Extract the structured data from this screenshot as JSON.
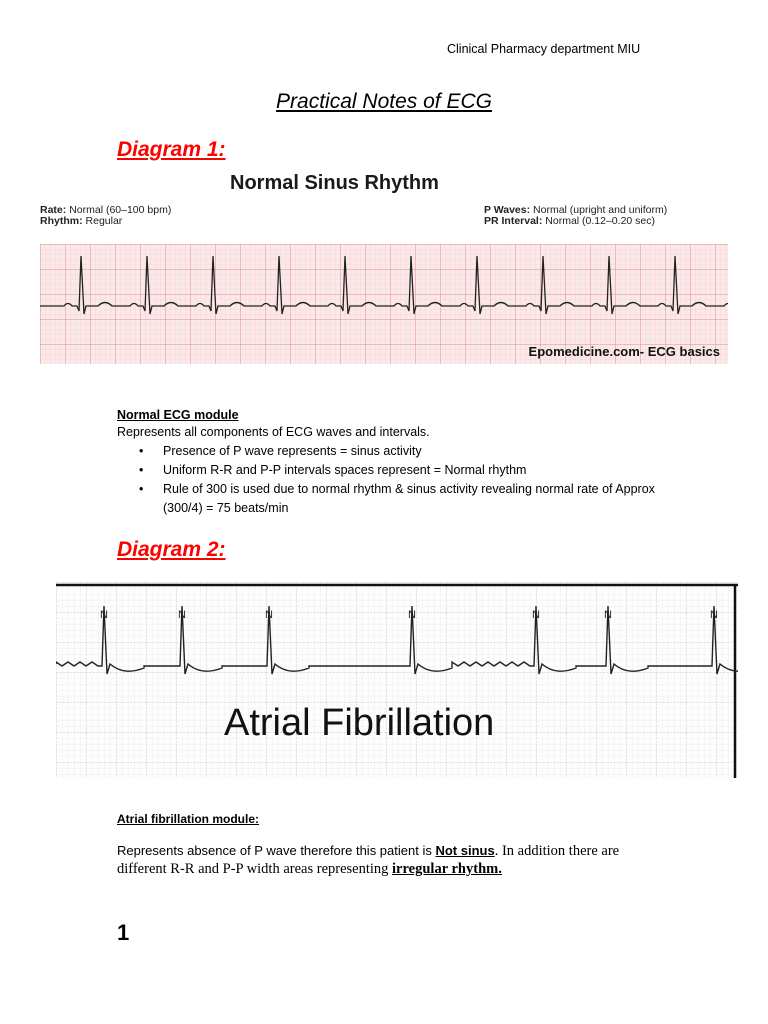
{
  "header": {
    "department": "Clinical Pharmacy department MIU"
  },
  "title": "Practical Notes of ECG",
  "diagram1": {
    "heading": "Diagram 1:",
    "figure": {
      "title": "Normal Sinus Rhythm",
      "rate_label": "Rate:",
      "rate_value": "Normal (60–100 bpm)",
      "rhythm_label": "Rhythm:",
      "rhythm_value": "Regular",
      "pwaves_label": "P Waves:",
      "pwaves_value": "Normal (upright and uniform)",
      "pr_label": "PR Interval:",
      "pr_value": "Normal (0.12–0.20 sec)",
      "credit": "Epomedicine.com- ECG basics",
      "grid_color": "#e8a3a6",
      "trace_color": "#222222"
    }
  },
  "normal_module": {
    "title": "Normal ECG module",
    "intro": "Represents all components of ECG waves and intervals.",
    "bullets": [
      "Presence of P wave represents = sinus activity",
      "Uniform R-R and P-P intervals spaces represent = Normal rhythm",
      "Rule of 300 is used due to normal rhythm & sinus activity revealing normal rate of Approx (300/4) = 75 beats/min"
    ]
  },
  "diagram2": {
    "heading": "Diagram 2:",
    "figure": {
      "title": "Atrial Fibrillation",
      "beat_label": "N",
      "grid_color": "#cfcfcf"
    }
  },
  "af_module": {
    "title": "Atrial fibrillation module:",
    "text_a": "Represents absence of P wave therefore this patient is ",
    "text_b": "Not sinus",
    "text_c": ". In addition there are different R-R and P-P width areas representing ",
    "text_d": "irregular rhythm."
  },
  "page_number": "1",
  "accent_color": "#ff0000"
}
